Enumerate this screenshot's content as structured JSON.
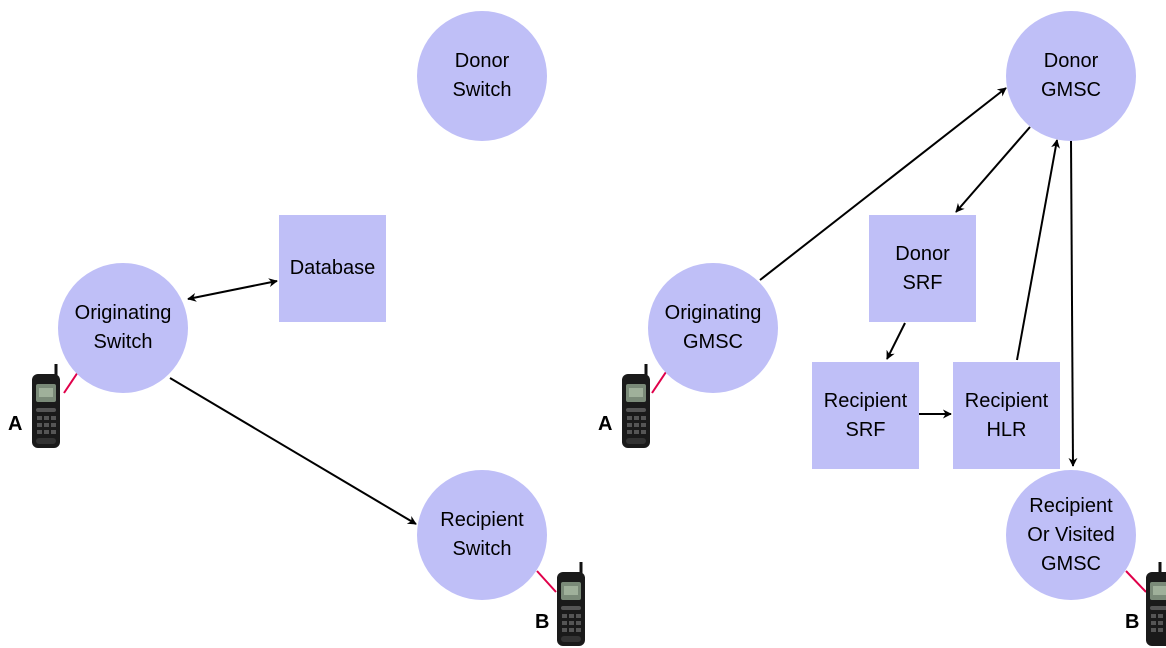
{
  "colors": {
    "node_fill": "#bfbff7",
    "arrow": "#000000",
    "phone_link": "#e0004a"
  },
  "left": {
    "donor_switch": [
      "Donor",
      "Switch"
    ],
    "database": [
      "Database"
    ],
    "originating_switch": [
      "Originating",
      "Switch"
    ],
    "recipient_switch": [
      "Recipient",
      "Switch"
    ],
    "phone_a_label": "A",
    "phone_b_label": "B"
  },
  "right": {
    "donor_gmsc": [
      "Donor",
      "GMSC"
    ],
    "donor_srf": [
      "Donor",
      "SRF"
    ],
    "originating_gmsc": [
      "Originating",
      "GMSC"
    ],
    "recipient_srf": [
      "Recipient",
      "SRF"
    ],
    "recipient_hlr": [
      "Recipient",
      "HLR"
    ],
    "recipient_visited_gmsc": [
      "Recipient",
      "Or Visited",
      "GMSC"
    ],
    "phone_a_label": "A",
    "phone_b_label": "B"
  }
}
